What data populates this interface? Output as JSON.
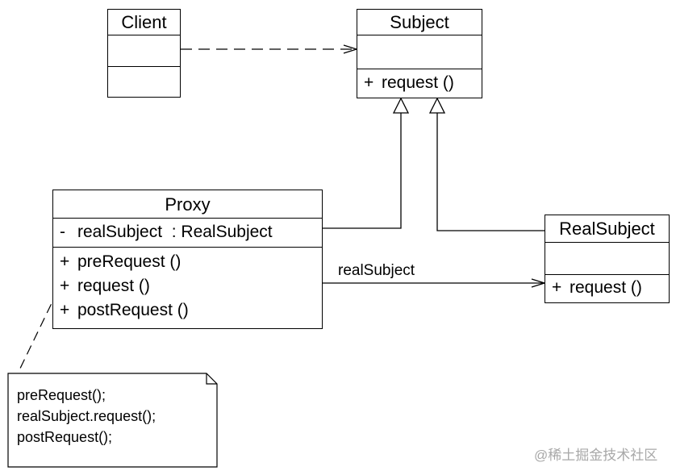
{
  "classes": {
    "client": {
      "name": "Client"
    },
    "subject": {
      "name": "Subject",
      "op_vis": "+",
      "op": "request ()"
    },
    "proxy": {
      "name": "Proxy",
      "attr_vis": "-",
      "attr": "realSubject  : RealSubject",
      "ops": [
        {
          "vis": "+",
          "name": "preRequest ()"
        },
        {
          "vis": "+",
          "name": "request ()"
        },
        {
          "vis": "+",
          "name": "postRequest ()"
        }
      ]
    },
    "realsubject": {
      "name": "RealSubject",
      "op_vis": "+",
      "op": "request ()"
    }
  },
  "association_label": "realSubject",
  "note": {
    "lines": [
      "preRequest();",
      "realSubject.request();",
      "postRequest();"
    ]
  },
  "watermark": "@稀土掘金技术社区"
}
